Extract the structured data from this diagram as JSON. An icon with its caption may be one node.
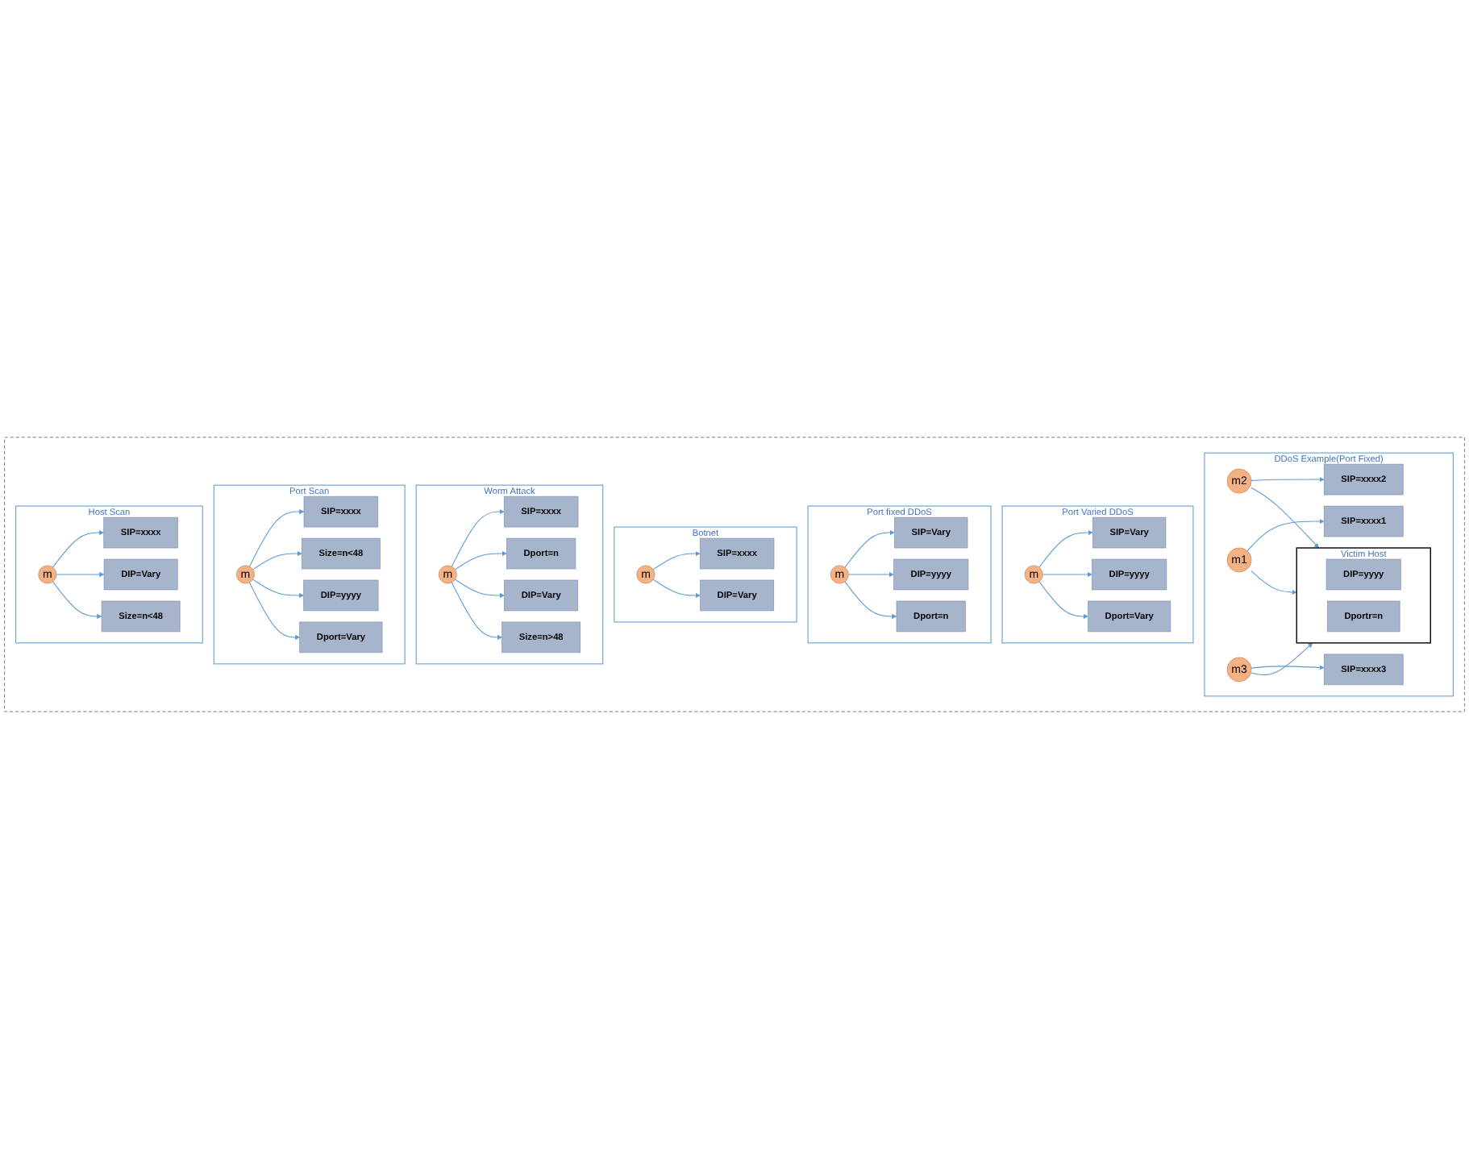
{
  "diagram": {
    "nodes": [
      {
        "text": [],
        "shape": "box"
      },
      {
        "text": [
          "Host Scan"
        ],
        "in": 0
      },
      {
        "text": [
          "SIP=xxxx"
        ],
        "in": 1
      },
      {
        "text": [
          "m"
        ],
        "in": 1
      },
      {
        "text": [
          "DIP=Vary"
        ],
        "in": 1
      },
      {
        "text": [
          "Size=n<48"
        ],
        "in": 1
      },
      {
        "text": [
          "Port Scan"
        ],
        "in": 0
      },
      {
        "text": [
          "SIP=xxxx"
        ],
        "in": 6
      },
      {
        "text": [
          "m"
        ],
        "in": 6
      },
      {
        "text": [
          "Size=n<48"
        ],
        "in": 6
      },
      {
        "text": [
          "DIP=yyyy"
        ],
        "in": 6
      },
      {
        "text": [
          "Dport=Vary"
        ],
        "in": 6
      },
      {
        "text": [
          "Worm Attack"
        ],
        "in": 0
      },
      {
        "text": [
          "SIP=xxxx"
        ],
        "in": 12
      },
      {
        "text": [
          "m"
        ],
        "in": 12
      },
      {
        "text": [
          "Dport=n"
        ],
        "in": 12
      },
      {
        "text": [
          "DIP=Vary"
        ],
        "in": 12
      },
      {
        "text": [
          "Size=n>48"
        ],
        "in": 12
      },
      {
        "text": [
          "Botnet"
        ],
        "in": 0
      },
      {
        "text": [
          "SIP=xxxx"
        ],
        "in": 18
      },
      {
        "text": [
          "m"
        ],
        "in": 18
      },
      {
        "text": [
          "DIP=Vary"
        ],
        "in": 18
      },
      {
        "text": [
          "Port fixed DDoS"
        ],
        "in": 0
      },
      {
        "text": [
          "SIP=Vary"
        ],
        "in": 22
      },
      {
        "text": [
          "m"
        ],
        "in": 22
      },
      {
        "text": [
          "DIP=yyyy"
        ],
        "in": 22
      },
      {
        "text": [
          "Dport=n"
        ],
        "in": 22
      },
      {
        "text": [
          "Port Varied DDoS"
        ],
        "in": 0
      },
      {
        "text": [
          "SIP=Vary"
        ],
        "in": 27
      },
      {
        "text": [
          "m"
        ],
        "in": 27
      },
      {
        "text": [
          "DIP=yyyy"
        ],
        "in": 27
      },
      {
        "text": [
          "Dport=Vary"
        ],
        "in": 27
      },
      {
        "text": [
          "DDoS Example(Port Fixed)"
        ],
        "in": 0
      },
      {
        "text": [
          "m2"
        ],
        "in": 32
      },
      {
        "text": [
          "SIP=xxxx2"
        ],
        "in": 32
      },
      {
        "text": [
          "m1"
        ],
        "in": 32
      },
      {
        "text": [
          "SIP=xxxx1"
        ],
        "in": 32
      },
      {
        "text": [
          "Victim Host"
        ],
        "in": 32
      },
      {
        "text": [
          "DIP=yyyy"
        ],
        "in": 37
      },
      {
        "text": [
          "Dportr=n"
        ],
        "in": 37
      },
      {
        "text": [
          "m3"
        ],
        "in": 32
      },
      {
        "text": [
          "SIP=xxxx3"
        ],
        "in": 32
      }
    ],
    "edges": [
      {
        "from": 3,
        "to": 2,
        "arrow": "to"
      },
      {
        "from": 3,
        "to": 4,
        "arrow": "to"
      },
      {
        "from": 3,
        "to": 5,
        "arrow": "to"
      },
      {
        "from": 8,
        "to": 7,
        "arrow": "to"
      },
      {
        "from": 8,
        "to": 9,
        "arrow": "to"
      },
      {
        "from": 8,
        "to": 10,
        "arrow": "to"
      },
      {
        "from": 8,
        "to": 11,
        "arrow": "to"
      },
      {
        "from": 14,
        "to": 13,
        "arrow": "to"
      },
      {
        "from": 14,
        "to": 15,
        "arrow": "to"
      },
      {
        "from": 14,
        "to": 16,
        "arrow": "to"
      },
      {
        "from": 14,
        "to": 17,
        "arrow": "to"
      },
      {
        "from": 20,
        "to": 19,
        "arrow": "to"
      },
      {
        "from": 20,
        "to": 21,
        "arrow": "to"
      },
      {
        "from": 24,
        "to": 23,
        "arrow": "to"
      },
      {
        "from": 24,
        "to": 25,
        "arrow": "to"
      },
      {
        "from": 24,
        "to": 26,
        "arrow": "to"
      },
      {
        "from": 29,
        "to": 28,
        "arrow": "to"
      },
      {
        "from": 29,
        "to": 30,
        "arrow": "to"
      },
      {
        "from": 29,
        "to": 31,
        "arrow": "to"
      },
      {
        "from": 33,
        "to": 34,
        "arrow": "to"
      },
      {
        "from": 33,
        "to": 37,
        "arrow": "to"
      },
      {
        "from": 35,
        "to": 36,
        "arrow": "to"
      },
      {
        "from": 35,
        "to": 37,
        "arrow": "to"
      },
      {
        "from": 40,
        "to": 37,
        "arrow": "to"
      },
      {
        "from": 40,
        "to": 41,
        "arrow": "to"
      }
    ]
  }
}
